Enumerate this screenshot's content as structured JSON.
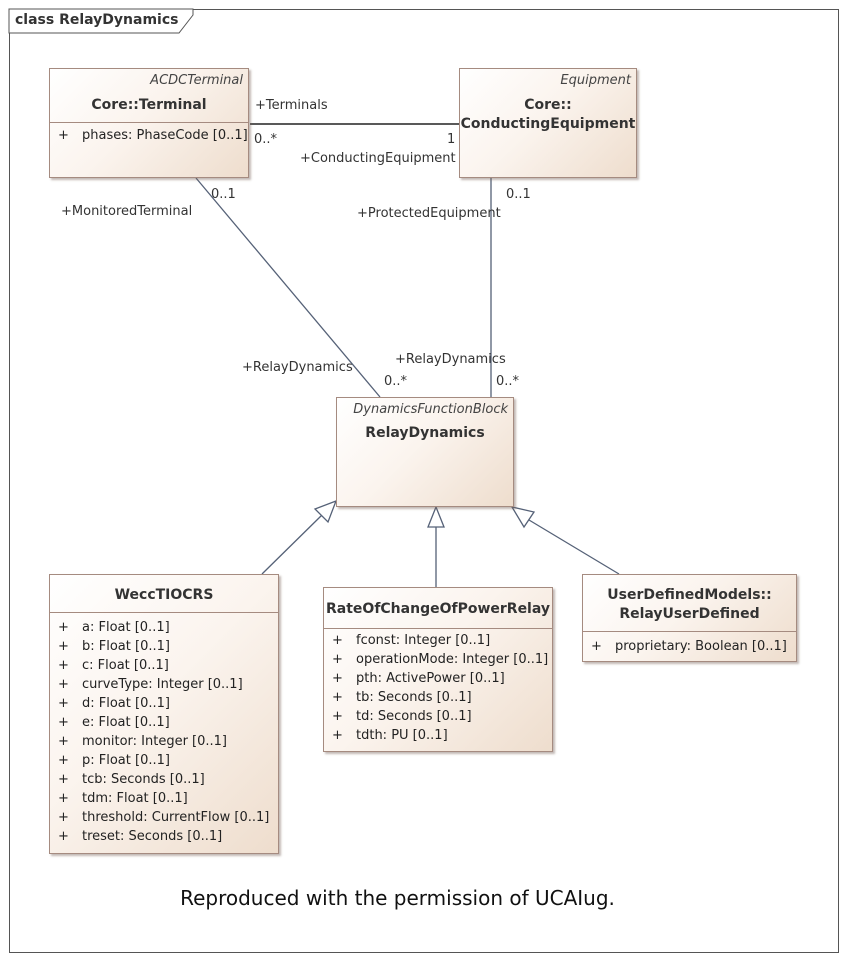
{
  "frame": {
    "keyword": "class",
    "name": "RelayDynamics"
  },
  "classes": {
    "terminal": {
      "stereotype": "ACDCTerminal",
      "name": "Core::Terminal",
      "attributes": [
        {
          "vis": "+",
          "text": "phases: PhaseCode [0..1]"
        }
      ]
    },
    "conducting_equipment": {
      "stereotype": "Equipment",
      "name_line1": "Core::",
      "name_line2": "ConductingEquipment"
    },
    "relay_dynamics": {
      "stereotype": "DynamicsFunctionBlock",
      "name": "RelayDynamics"
    },
    "wecc": {
      "name": "WeccTIOCRS",
      "attributes": [
        {
          "vis": "+",
          "text": "a: Float [0..1]"
        },
        {
          "vis": "+",
          "text": "b: Float [0..1]"
        },
        {
          "vis": "+",
          "text": "c: Float [0..1]"
        },
        {
          "vis": "+",
          "text": "curveType: Integer [0..1]"
        },
        {
          "vis": "+",
          "text": "d: Float [0..1]"
        },
        {
          "vis": "+",
          "text": "e: Float [0..1]"
        },
        {
          "vis": "+",
          "text": "monitor: Integer [0..1]"
        },
        {
          "vis": "+",
          "text": "p: Float [0..1]"
        },
        {
          "vis": "+",
          "text": "tcb: Seconds [0..1]"
        },
        {
          "vis": "+",
          "text": "tdm: Float [0..1]"
        },
        {
          "vis": "+",
          "text": "threshold: CurrentFlow [0..1]"
        },
        {
          "vis": "+",
          "text": "treset: Seconds [0..1]"
        }
      ]
    },
    "rocof": {
      "name": "RateOfChangeOfPowerRelay",
      "attributes": [
        {
          "vis": "+",
          "text": "fconst: Integer [0..1]"
        },
        {
          "vis": "+",
          "text": "operationMode: Integer [0..1]"
        },
        {
          "vis": "+",
          "text": "pth: ActivePower [0..1]"
        },
        {
          "vis": "+",
          "text": "tb: Seconds [0..1]"
        },
        {
          "vis": "+",
          "text": "td: Seconds [0..1]"
        },
        {
          "vis": "+",
          "text": "tdth: PU [0..1]"
        }
      ]
    },
    "user_defined": {
      "name_line1": "UserDefinedModels::",
      "name_line2": "RelayUserDefined",
      "attributes": [
        {
          "vis": "+",
          "text": "proprietary: Boolean [0..1]"
        }
      ]
    }
  },
  "associations": {
    "terminal_equipment": {
      "role_terminals": "+Terminals",
      "mult_terminals": "0..*",
      "mult_equipment": "1",
      "role_equipment": "+ConductingEquipment"
    },
    "terminal_relay": {
      "mult_terminal": "0..1",
      "role_terminal": "+MonitoredTerminal",
      "role_relay": "+RelayDynamics",
      "mult_relay": "0..*"
    },
    "equipment_relay": {
      "mult_equipment": "0..1",
      "role_equipment": "+ProtectedEquipment",
      "role_relay": "+RelayDynamics",
      "mult_relay": "0..*"
    }
  },
  "caption": "Reproduced with the permission of UCAIug."
}
